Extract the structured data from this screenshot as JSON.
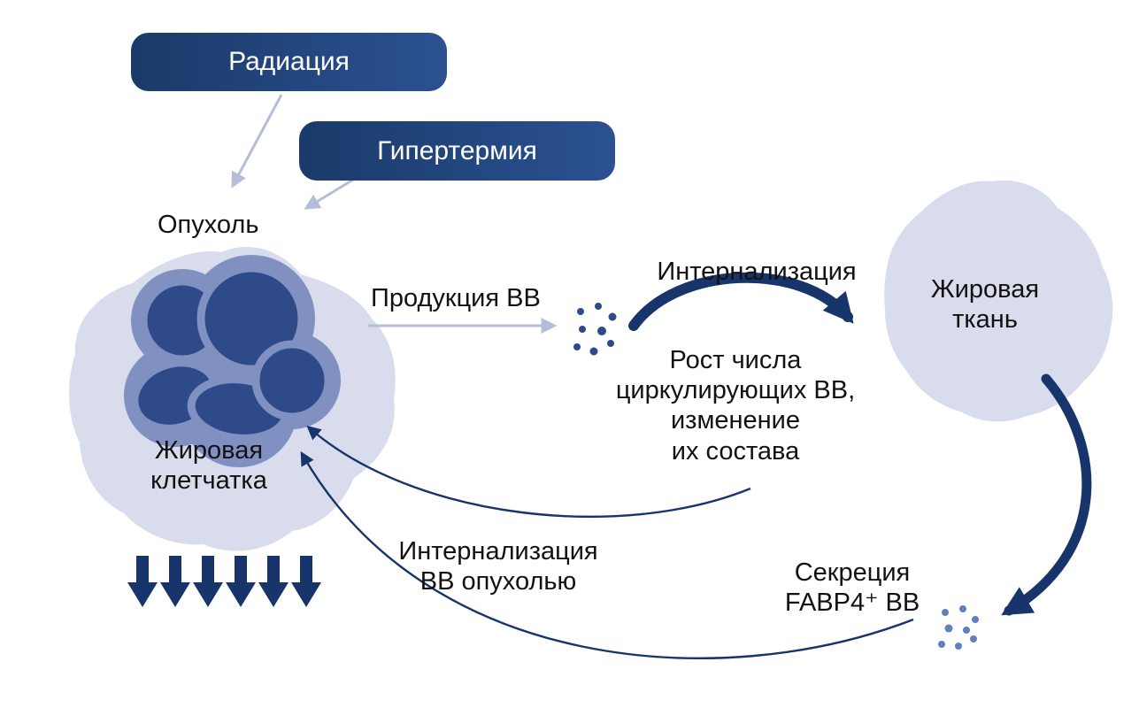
{
  "colors": {
    "navy": "#17356b",
    "pill-start": "#1a3a69",
    "pill-end": "#2b5191",
    "lavender": "#d8dcec",
    "periwinkle": "#8090c1",
    "cell": "#2e4a88",
    "light-arrow": "#b5bdd8",
    "dots": "#2e4a88",
    "dots-light": "#5f80ba",
    "text": "#121212"
  },
  "labels": {
    "radiation": "Радиация",
    "hyperthermia": "Гипертермия",
    "tumor": "Опухоль",
    "tumor_fat": "Жировая\nклетчатка",
    "ev_production": "Продукция ВВ",
    "internalization_top": "Интернализация",
    "adipose_tissue": "Жировая\nткань",
    "ev_growth": "Рост числа\nциркулирующих ВВ,\nизменение\nих состава",
    "internalization_bottom": "Интернализация\nВВ опухолью",
    "fabp4_secretion": "Секреция\nFABP4⁺ ВВ"
  }
}
